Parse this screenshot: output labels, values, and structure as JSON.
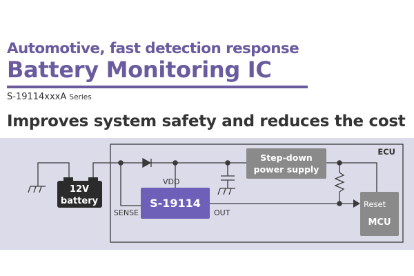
{
  "header": {
    "subtitle": "Automotive, fast detection response",
    "title": "Battery Monitoring IC",
    "series_main": "S-19114xxxA",
    "series_suffix": "Series",
    "tagline": "Improves system safety and reduces the cost"
  },
  "diagram": {
    "ecu_label": "ECU",
    "battery_line1": "12V",
    "battery_line2": "battery",
    "ic_label": "S-19114",
    "vdd_label": "VDD",
    "sense_label": "SENSE",
    "out_label": "OUT",
    "psu_line1": "Step-down",
    "psu_line2": "power supply",
    "reset_label": "Reset",
    "mcu_label": "MCU"
  },
  "colors": {
    "brand_purple": "#6a5a9e",
    "ic_purple": "#6e5fb8",
    "band_lavender": "#dcdbea",
    "block_gray": "#8a8a8a",
    "battery_dark": "#2b2b2b",
    "wire": "#3a3a3a"
  }
}
